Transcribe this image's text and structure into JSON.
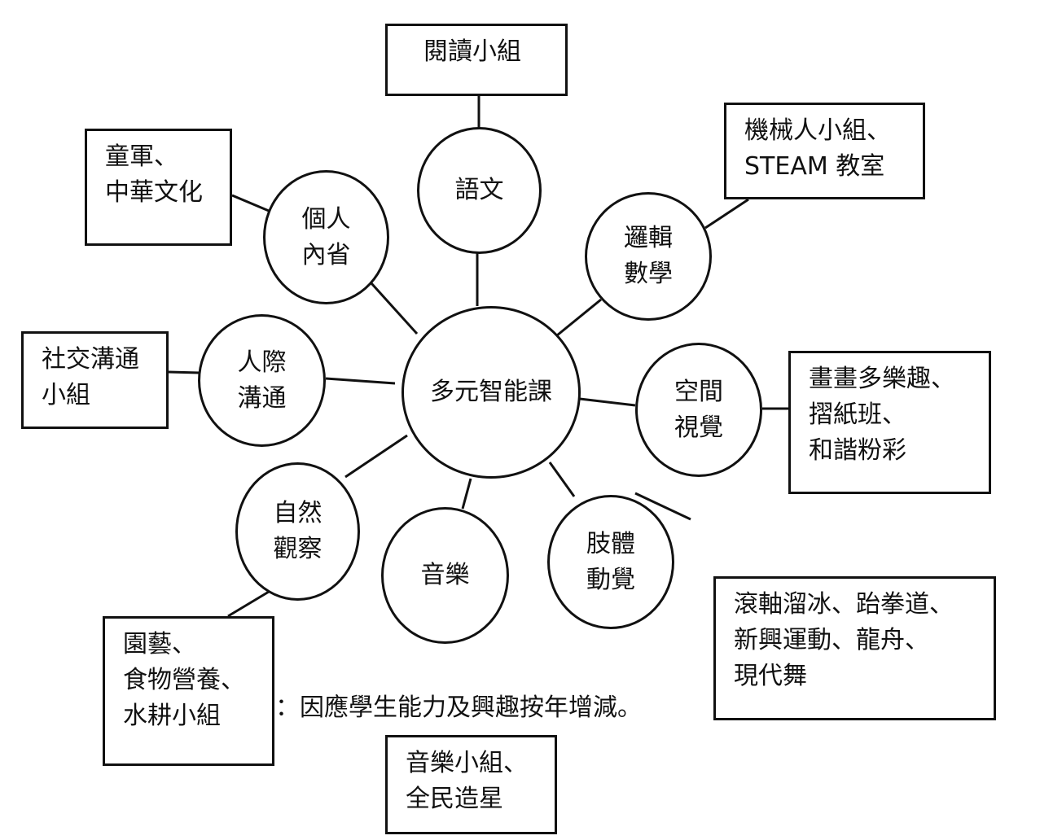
{
  "center": "多元智能課",
  "intelligences": {
    "language": "語文",
    "logic": "邏輯\n數學",
    "spatial": "空間\n視覺",
    "bodily": "肢體\n動覺",
    "music": "音樂",
    "naturalist": "自然\n觀察",
    "interpersonal": "人際\n溝通",
    "intrapersonal": "個人\n內省"
  },
  "activities": {
    "language": "閱讀小組",
    "logic": "機械人小組、\nSTEAM 教室",
    "spatial": "畫畫多樂趣、\n摺紙班、\n和諧粉彩",
    "bodily": "滾軸溜冰、跆拳道、\n新興運動、龍舟、\n現代舞",
    "music": "音樂小組、\n全民造星",
    "naturalist": "園藝、\n食物營養、\n水耕小組",
    "interpersonal": "社交溝通\n小組",
    "intrapersonal": "童軍、\n中華文化"
  },
  "note": "：因應學生能力及興趣按年增減。"
}
